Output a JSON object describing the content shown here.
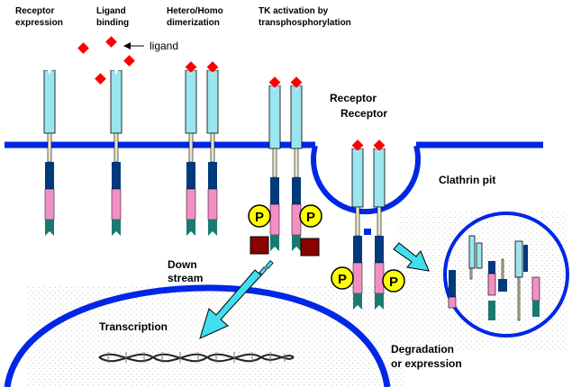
{
  "labels": {
    "receptor_expression": [
      "Receptor",
      "expression"
    ],
    "ligand_binding": [
      "Ligand",
      "binding"
    ],
    "dimerization": [
      "Hetero/Homo",
      "dimerization"
    ],
    "tk_activation": [
      "TK activation by",
      "transphosphorylation"
    ],
    "ligand_pointer": "ligand",
    "receptor_1": "Receptor",
    "receptor_2": "Receptor",
    "clathrin_pit": "Clathrin pit",
    "downstream": [
      "Down",
      "stream"
    ],
    "transcription": "Transcription",
    "degradation": [
      "Degradation",
      "or expression"
    ],
    "phospho": "P"
  },
  "colors": {
    "membrane": "#0026e6",
    "receptor_extracellular": "#99e6f0",
    "receptor_dark_blue": "#003a7a",
    "receptor_pink": "#f28fc4",
    "receptor_teal": "#1a7a70",
    "ligand": "#ff0000",
    "phospho_circle": "#ffff00",
    "adaptor": "#8b0000",
    "arrow": "#40dff0",
    "nucleus": "#0026e6"
  }
}
